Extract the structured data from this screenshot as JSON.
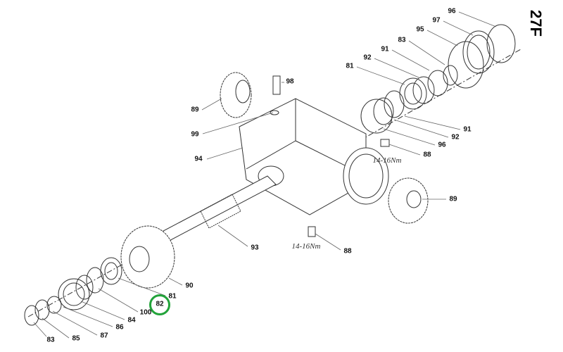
{
  "page_code": "27F",
  "highlight_color": "#22a33a",
  "highlighted_part": "82",
  "torque_labels": [
    "14-16Nm",
    "14-16Nm"
  ],
  "labels": [
    {
      "id": "96a",
      "text": "96"
    },
    {
      "id": "97",
      "text": "97"
    },
    {
      "id": "95",
      "text": "95"
    },
    {
      "id": "83a",
      "text": "83"
    },
    {
      "id": "91a",
      "text": "91"
    },
    {
      "id": "92a",
      "text": "92"
    },
    {
      "id": "81a",
      "text": "81"
    },
    {
      "id": "98",
      "text": "98"
    },
    {
      "id": "89a",
      "text": "89"
    },
    {
      "id": "99",
      "text": "99"
    },
    {
      "id": "94",
      "text": "94"
    },
    {
      "id": "91b",
      "text": "91"
    },
    {
      "id": "92b",
      "text": "92"
    },
    {
      "id": "96b",
      "text": "96"
    },
    {
      "id": "88a",
      "text": "88"
    },
    {
      "id": "89b",
      "text": "89"
    },
    {
      "id": "93",
      "text": "93"
    },
    {
      "id": "88b",
      "text": "88"
    },
    {
      "id": "90",
      "text": "90"
    },
    {
      "id": "81b",
      "text": "81"
    },
    {
      "id": "82",
      "text": "82"
    },
    {
      "id": "100",
      "text": "100"
    },
    {
      "id": "84",
      "text": "84"
    },
    {
      "id": "86",
      "text": "86"
    },
    {
      "id": "87",
      "text": "87"
    },
    {
      "id": "85",
      "text": "85"
    },
    {
      "id": "83b",
      "text": "83"
    }
  ]
}
